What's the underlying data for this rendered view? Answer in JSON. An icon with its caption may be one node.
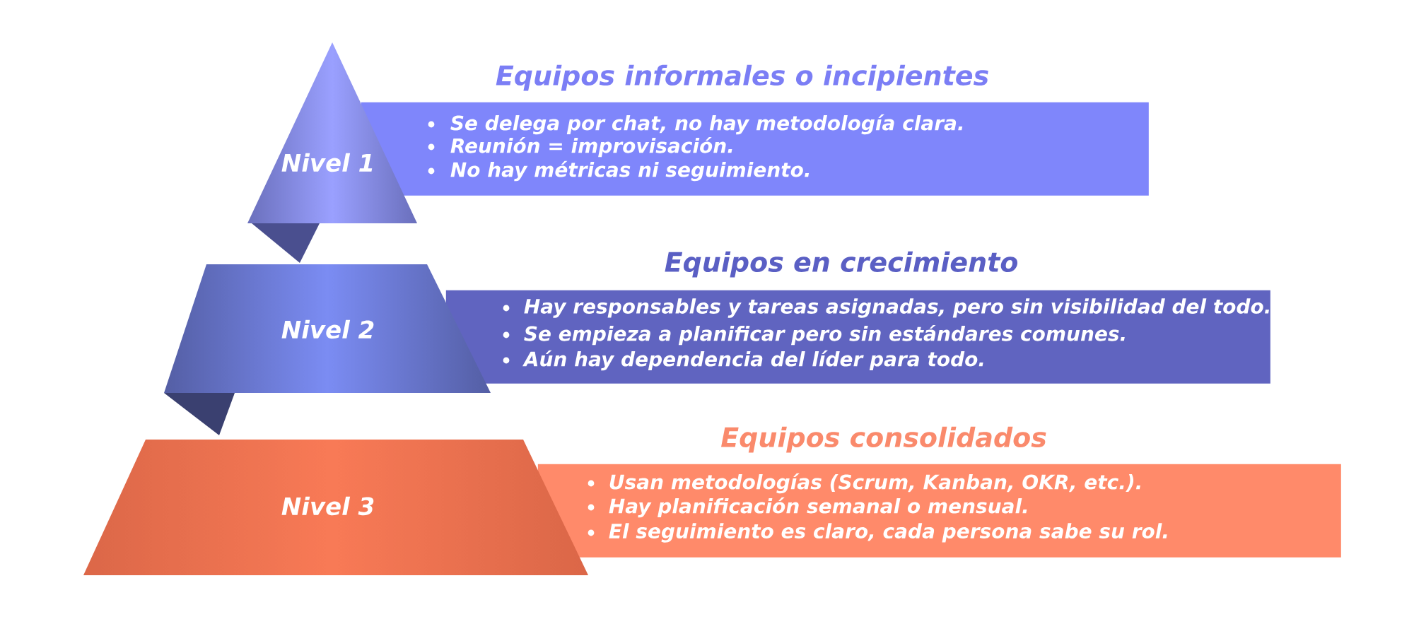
{
  "diagram": {
    "nodes": [
      {
        "text": [
          "Nivel 1"
        ]
      },
      {
        "text": [
          "Equipos informales o incipientes",
          "Se delega por chat, no hay metodología clara.",
          "Reunión = improvisación.",
          "No hay métricas ni seguimiento."
        ]
      },
      {
        "text": [
          "Nivel 2"
        ]
      },
      {
        "text": [
          "Equipos en crecimiento",
          "Hay responsables y tareas asignadas, pero sin visibilidad del todo.",
          "Se empieza a planificar pero sin estándares comunes.",
          "Aún hay dependencia del líder para todo."
        ]
      },
      {
        "text": [
          "Nivel 3"
        ]
      },
      {
        "text": [
          "Equipos consolidados",
          "Usan metodologías (Scrum, Kanban, OKR, etc.).",
          "Hay planificación semanal o mensual.",
          "El seguimiento es claro, cada persona sabe su rol."
        ]
      }
    ]
  }
}
